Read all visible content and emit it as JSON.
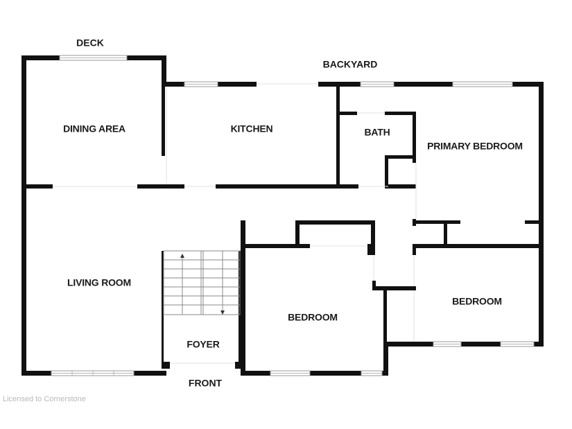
{
  "rooms": {
    "dining_area": "DINING AREA",
    "kitchen": "KITCHEN",
    "bath": "BATH",
    "primary_bedroom": "PRIMARY BEDROOM",
    "living_room": "LIVING ROOM",
    "bedroom_center": "BEDROOM",
    "bedroom_right": "BEDROOM",
    "foyer": "FOYER"
  },
  "exterior": {
    "deck": "DECK",
    "backyard": "BACKYARD",
    "front": "FRONT"
  },
  "watermark": "Licensed to Cornerstone",
  "colors": {
    "wall": "#111111",
    "background": "#ffffff",
    "watermark": "#b9b9b9"
  }
}
